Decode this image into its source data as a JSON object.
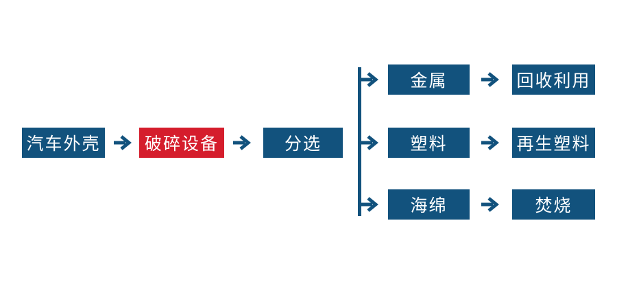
{
  "colors": {
    "node_blue": "#12527D",
    "node_red": "#D51D2C",
    "node_text": "#FFFFFF",
    "connector": "#12527D",
    "background": "#FFFFFF"
  },
  "nodes": {
    "main": [
      {
        "label": "汽车外壳"
      },
      {
        "label": "破碎设备"
      },
      {
        "label": "分选"
      }
    ],
    "branches": [
      {
        "material": "金属",
        "result": "回收利用"
      },
      {
        "material": "塑料",
        "result": "再生塑料"
      },
      {
        "material": "海绵",
        "result": "焚烧"
      }
    ]
  },
  "icons": {
    "arrow_right": "→"
  }
}
